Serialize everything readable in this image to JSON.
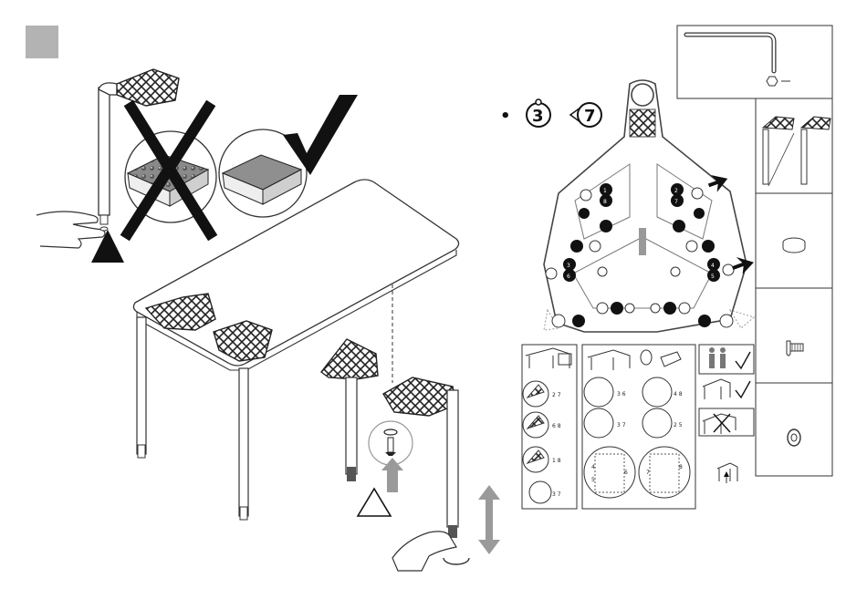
{
  "step": {
    "badge_color": "#b3b3b3"
  },
  "top_callout": {
    "bullet": "•",
    "number_a": "3",
    "number_b": "7"
  },
  "pins": [
    {
      "label": "1"
    },
    {
      "label": "8"
    },
    {
      "label": "2"
    },
    {
      "label": "7"
    },
    {
      "label": "3"
    },
    {
      "label": "6"
    },
    {
      "label": "4"
    },
    {
      "label": "5"
    }
  ],
  "panels": {
    "left_pairs": [
      "2 7",
      "6 8",
      "1 8",
      "3 7"
    ],
    "mid_pairs": [
      "3 6",
      "4 8",
      "3 7",
      "2 5"
    ],
    "mid_bottom_pairs": [
      "4",
      "5",
      "6",
      "7",
      "8"
    ]
  },
  "icons": {
    "allen_key": "allen-key-icon",
    "screw": "screw-icon",
    "washer": "washer-icon",
    "cap": "cap-icon",
    "persons": "two-persons-icon",
    "check": "check-icon",
    "cross": "cross-icon",
    "warning": "warning-triangle-icon"
  }
}
